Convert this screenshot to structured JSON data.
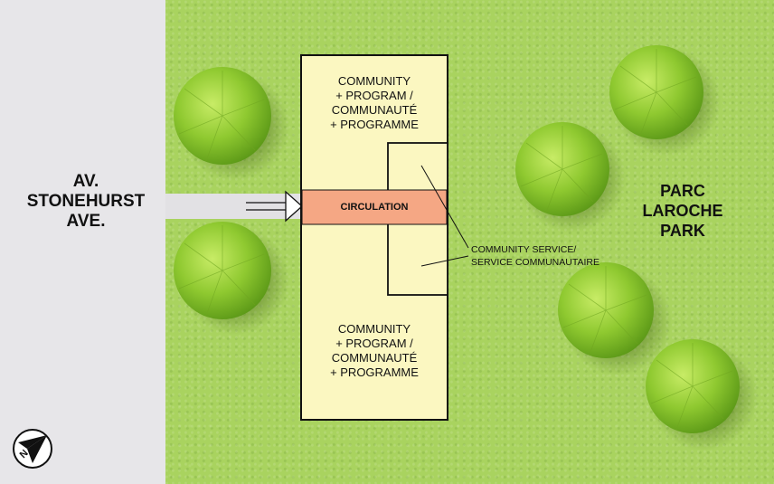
{
  "street": {
    "lines": [
      "AV.",
      "STONEHURST",
      "AVE."
    ],
    "color": "#e7e6e9"
  },
  "park": {
    "lines": [
      "PARC",
      "LAROCHE",
      "PARK"
    ],
    "color": "#a9d35f"
  },
  "building": {
    "upper_program": [
      "COMMUNITY",
      "+ PROGRAM /",
      "COMMUNAUTÉ",
      "+ PROGRAMME"
    ],
    "lower_program": [
      "COMMUNITY",
      "+ PROGRAM /",
      "COMMUNAUTÉ",
      "+ PROGRAMME"
    ],
    "circulation": "CIRCULATION",
    "service": [
      "COMMUNITY SERVICE/",
      "SERVICE COMMUNAUTAIRE"
    ],
    "fill_color": "#fbf7c1",
    "circulation_color": "#f5a784"
  },
  "compass": {
    "letter": "N"
  }
}
